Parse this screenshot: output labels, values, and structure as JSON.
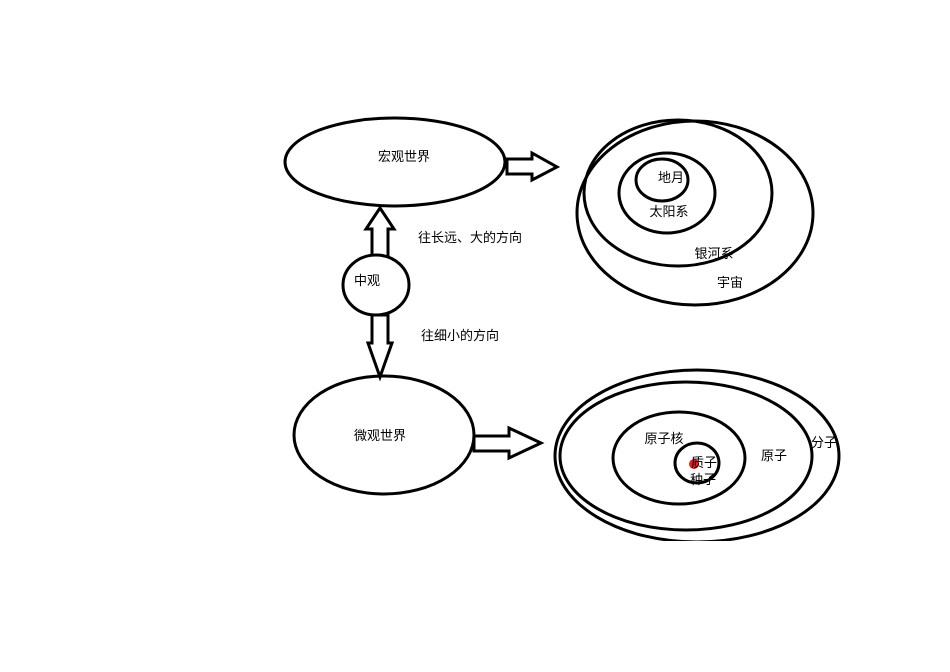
{
  "diagram": {
    "nodes": {
      "macro": "宏观世界",
      "meso": "中观",
      "micro": "微观世界"
    },
    "edge_labels": {
      "up": "往长远、大的方向",
      "down": "往细小的方向"
    },
    "macro_nest": {
      "earth_moon": "地月",
      "solar_system": "太阳系",
      "galaxy": "银河系",
      "universe": "宇宙"
    },
    "micro_nest": {
      "nucleus": "原子核",
      "proton": "质子",
      "neutron": "种子",
      "atom": "原子",
      "molecule": "分子"
    }
  },
  "colors": {
    "stroke": "#000000",
    "background": "#ffffff",
    "particle_dot": "#e02020"
  }
}
